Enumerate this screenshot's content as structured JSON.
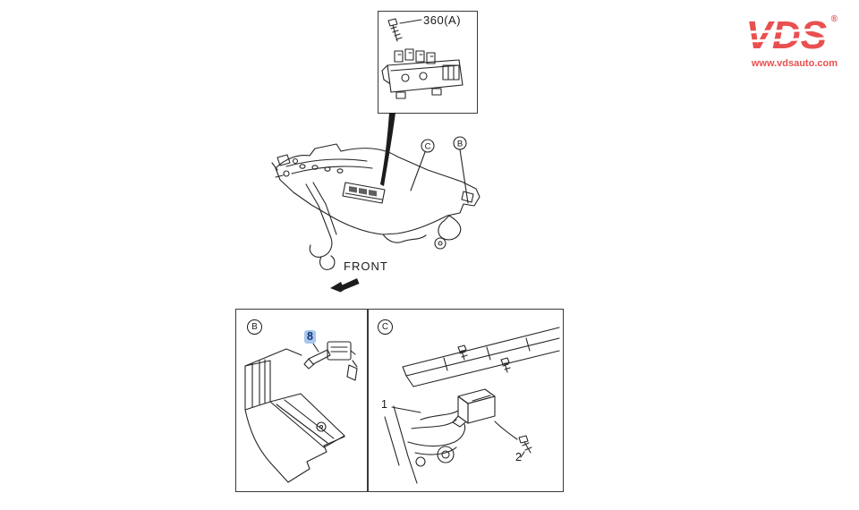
{
  "logo": {
    "brand": "VDS",
    "registered": "®",
    "url": "www.vdsauto.com",
    "brand_color": "#e8504f"
  },
  "inset": {
    "part_label": "360(A)"
  },
  "main_diagram": {
    "front_label": "FRONT",
    "callouts": [
      {
        "letter": "C"
      },
      {
        "letter": "B"
      }
    ]
  },
  "panels": {
    "left": {
      "letter": "B",
      "part_number": "8",
      "highlight_color": "#a9c7ec"
    },
    "right": {
      "letter": "C",
      "part_number_1": "1",
      "part_number_2": "2"
    }
  }
}
